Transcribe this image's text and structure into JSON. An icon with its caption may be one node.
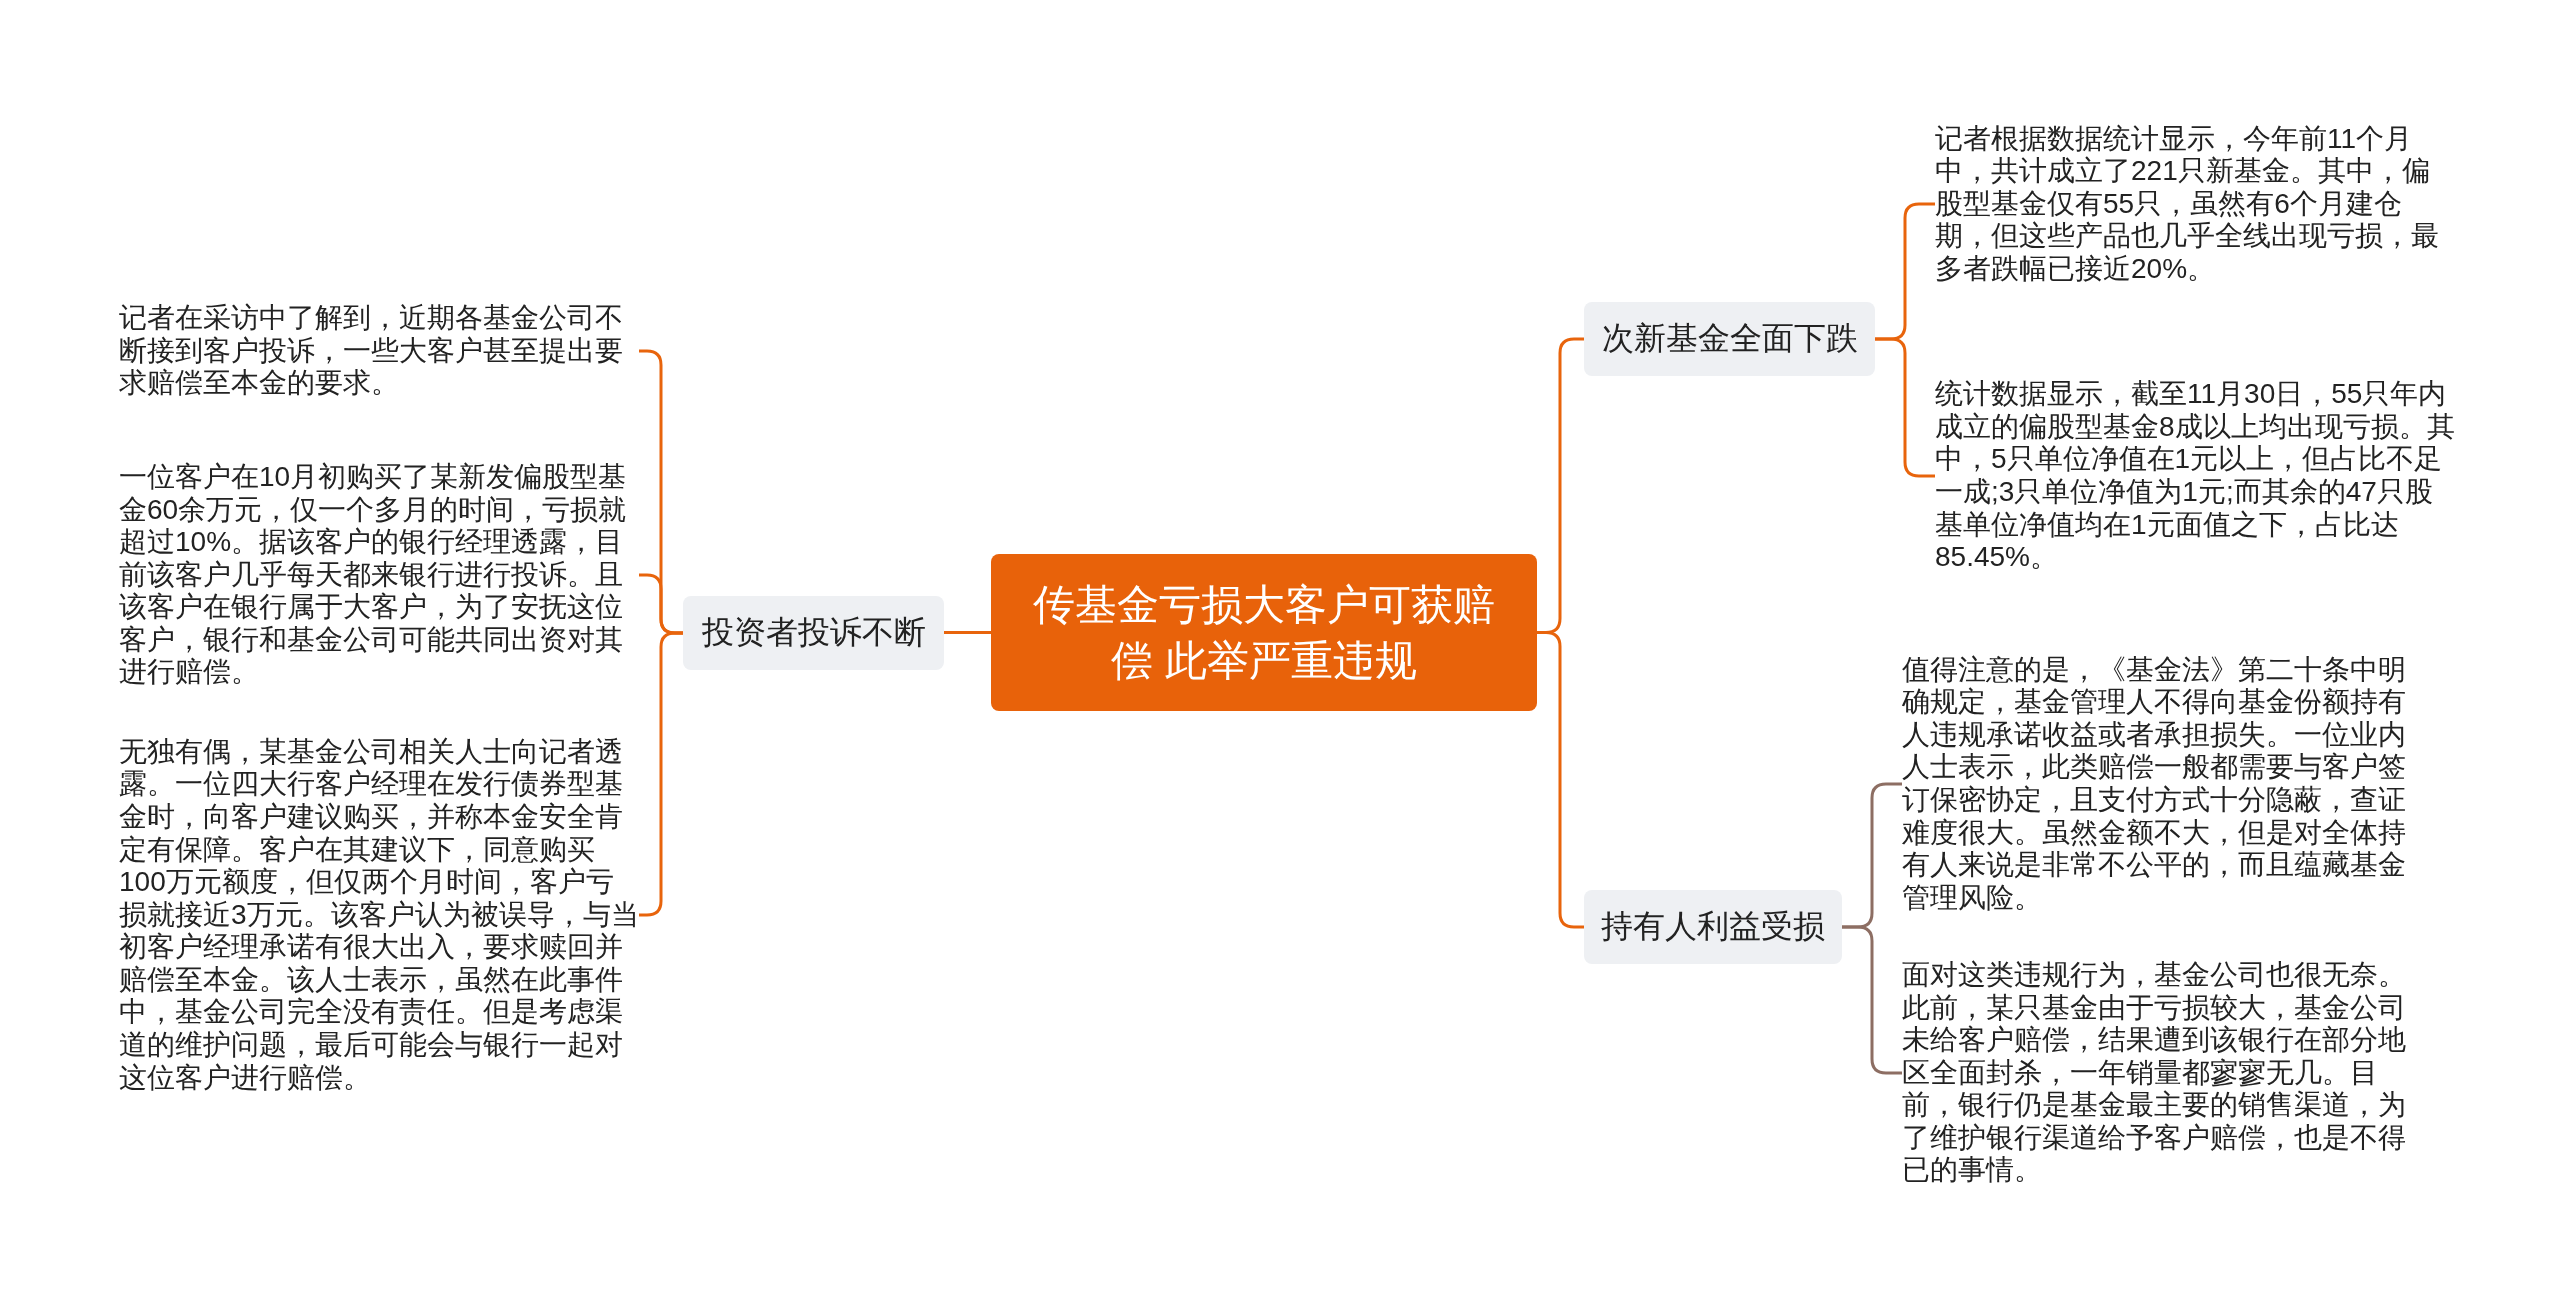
{
  "diagram": {
    "nodes": [
      {
        "text": [
          "传基金亏损大客户可获赔偿 此举严重违规"
        ]
      },
      {
        "text": [
          "投资者投诉不断"
        ]
      },
      {
        "text": [
          "记者在采访中了解到，近期各基金公司不断接到客户投诉，一些大客户甚至提出要求赔偿至本金的要求。"
        ]
      },
      {
        "text": [
          "一位客户在10月初购买了某新发偏股型基金60余万元，仅一个多月的时间，亏损就超过10%。据该客户的银行经理透露，目前该客户几乎每天都来银行进行投诉。且该客户在银行属于大客户，为了安抚这位客户，银行和基金公司可能共同出资对其进行赔偿。"
        ]
      },
      {
        "text": [
          "无独有偶，某基金公司相关人士向记者透露。一位四大行客户经理在发行债券型基金时，向客户建议购买，并称本金安全肯定有保障。客户在其建议下，同意购买100万元额度，但仅两个月时间，客户亏损就接近3万元。该客户认为被误导，与当初客户经理承诺有很大出入，要求赎回并赔偿至本金。该人士表示，虽然在此事件中，基金公司完全没有责任。但是考虑渠道的维护问题，最后可能会与银行一起对这位客户进行赔偿。"
        ]
      },
      {
        "text": [
          "次新基金全面下跌"
        ]
      },
      {
        "text": [
          "记者根据数据统计显示，今年前11个月中，共计成立了221只新基金。其中，偏股型基金仅有55只，虽然有6个月建仓期，但这些产品也几乎全线出现亏损，最多者跌幅已接近20%。"
        ]
      },
      {
        "text": [
          "统计数据显示，截至11月30日，55只年内成立的偏股型基金8成以上均出现亏损。其中，5只单位净值在1元以上，但占比不足一成;3只单位净值为1元;而其余的47只股基单位净值均在1元面值之下，占比达85.45%。"
        ]
      },
      {
        "text": [
          "持有人利益受损"
        ]
      },
      {
        "text": [
          "值得注意的是，《基金法》第二十条中明确规定，基金管理人不得向基金份额持有人违规承诺收益或者承担损失。一位业内人士表示，此类赔偿一般都需要与客户签订保密协定，且支付方式十分隐蔽，查证难度很大。虽然金额不大，但是对全体持有人来说是非常不公平的，而且蕴藏基金管理风险。"
        ]
      },
      {
        "text": [
          "面对这类违规行为，基金公司也很无奈。此前，某只基金由于亏损较大，基金公司未给客户赔偿，结果遭到该银行在部分地区全面封杀，一年销量都寥寥无几。目前，银行仍是基金最主要的销售渠道，为了维护银行渠道给予客户赔偿，也是不得已的事情。"
        ]
      }
    ],
    "edges": [
      {
        "from": 0,
        "to": 1,
        "arrow": "none"
      },
      {
        "from": 0,
        "to": 5,
        "arrow": "none"
      },
      {
        "from": 0,
        "to": 8,
        "arrow": "none"
      },
      {
        "from": 1,
        "to": 2,
        "arrow": "none"
      },
      {
        "from": 1,
        "to": 3,
        "arrow": "none"
      },
      {
        "from": 1,
        "to": 4,
        "arrow": "none"
      },
      {
        "from": 5,
        "to": 6,
        "arrow": "none"
      },
      {
        "from": 5,
        "to": 7,
        "arrow": "none"
      },
      {
        "from": 8,
        "to": 9,
        "arrow": "none",
        "color": "#8d6e63"
      },
      {
        "from": 8,
        "to": 10,
        "arrow": "none",
        "color": "#8d6e63"
      }
    ]
  }
}
